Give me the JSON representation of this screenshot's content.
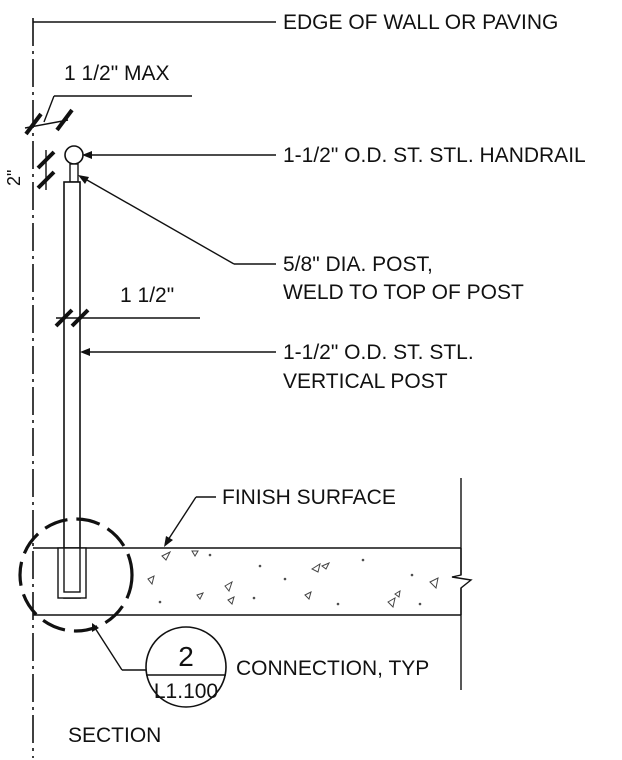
{
  "labels": {
    "edge": "EDGE OF WALL OR PAVING",
    "gap_max": "1 1/2\" MAX",
    "rail_height": "2\"",
    "handrail": "1-1/2\" O.D. ST. STL. HANDRAIL",
    "post_line1": "5/8\" DIA. POST,",
    "post_line2": "WELD TO TOP OF POST",
    "post_width": "1 1/2\"",
    "vertical_line1": "1-1/2\" O.D. ST. STL.",
    "vertical_line2": "VERTICAL POST",
    "finish_surface": "FINISH SURFACE",
    "connection": "CONNECTION, TYP",
    "section": "SECTION"
  },
  "detail_marker": {
    "number": "2",
    "sheet": "L1.100"
  },
  "colors": {
    "ink": "#111111"
  }
}
